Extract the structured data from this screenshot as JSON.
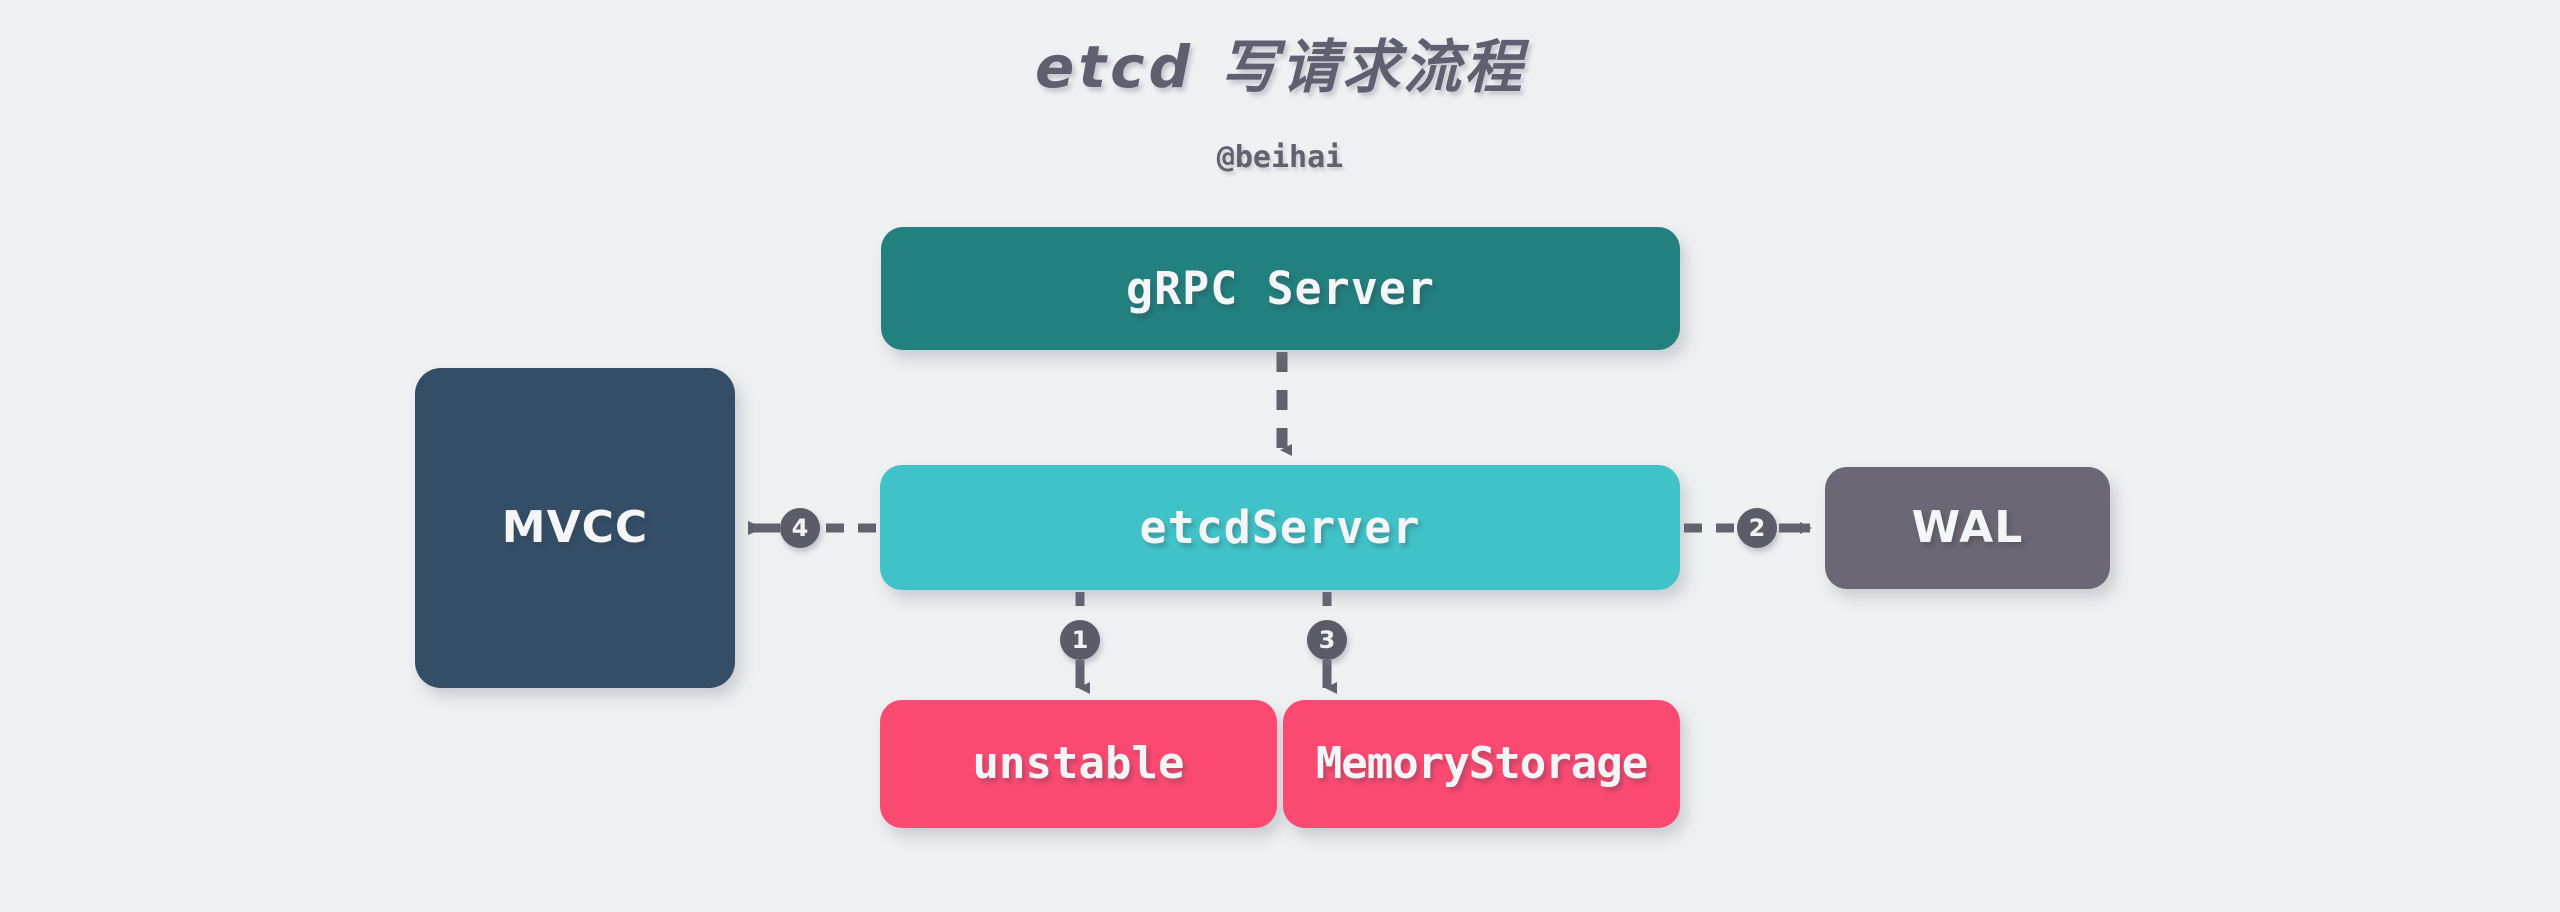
{
  "header": {
    "title_latin": "etcd",
    "title_cjk": "写请求流程",
    "subtitle": "@beihai"
  },
  "colors": {
    "background": "#eff0f2",
    "title_text": "#5e6070",
    "grpc_server": "#22807f",
    "etcd_server": "#3fc3c9",
    "mvcc": "#344e68",
    "wal": "#6b6775",
    "pink_store": "#fb4a72",
    "edge": "#62626f",
    "badge": "#5c5c68",
    "node_label": "#f4f5f7"
  },
  "diagram": {
    "nodes": [
      {
        "id": "grpc-server",
        "label": "gRPC Server"
      },
      {
        "id": "etcd-server",
        "label": "etcdServer"
      },
      {
        "id": "mvcc",
        "label": "MVCC"
      },
      {
        "id": "wal",
        "label": "WAL"
      },
      {
        "id": "unstable",
        "label": "unstable"
      },
      {
        "id": "memorystorage",
        "label": "MemoryStorage"
      }
    ],
    "edges": [
      {
        "from": "grpc-server",
        "to": "etcd-server",
        "badge": "",
        "style": "dashed",
        "direction": "down"
      },
      {
        "from": "etcd-server",
        "to": "unstable",
        "badge": "1",
        "style": "dashed",
        "direction": "down"
      },
      {
        "from": "etcd-server",
        "to": "wal",
        "badge": "2",
        "style": "dashed",
        "direction": "right"
      },
      {
        "from": "etcd-server",
        "to": "memorystorage",
        "badge": "3",
        "style": "dashed",
        "direction": "down"
      },
      {
        "from": "etcd-server",
        "to": "mvcc",
        "badge": "4",
        "style": "dashed",
        "direction": "left"
      }
    ]
  }
}
